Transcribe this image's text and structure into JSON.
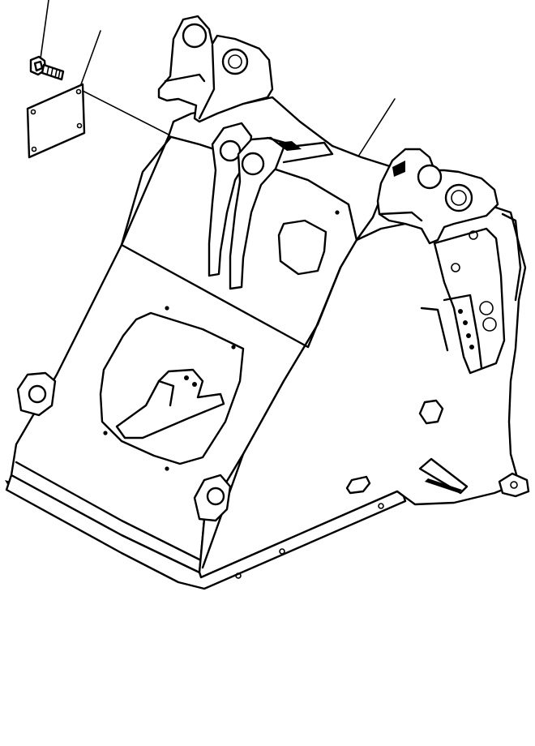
{
  "drawing": {
    "ink_color": "#000000",
    "paper_color": "#ffffff",
    "parts": [
      {
        "id": "front-frame",
        "icon": "loader-front-frame-icon"
      },
      {
        "id": "bolt",
        "icon": "bolt-icon"
      },
      {
        "id": "name-plate",
        "icon": "name-plate-icon"
      }
    ]
  }
}
